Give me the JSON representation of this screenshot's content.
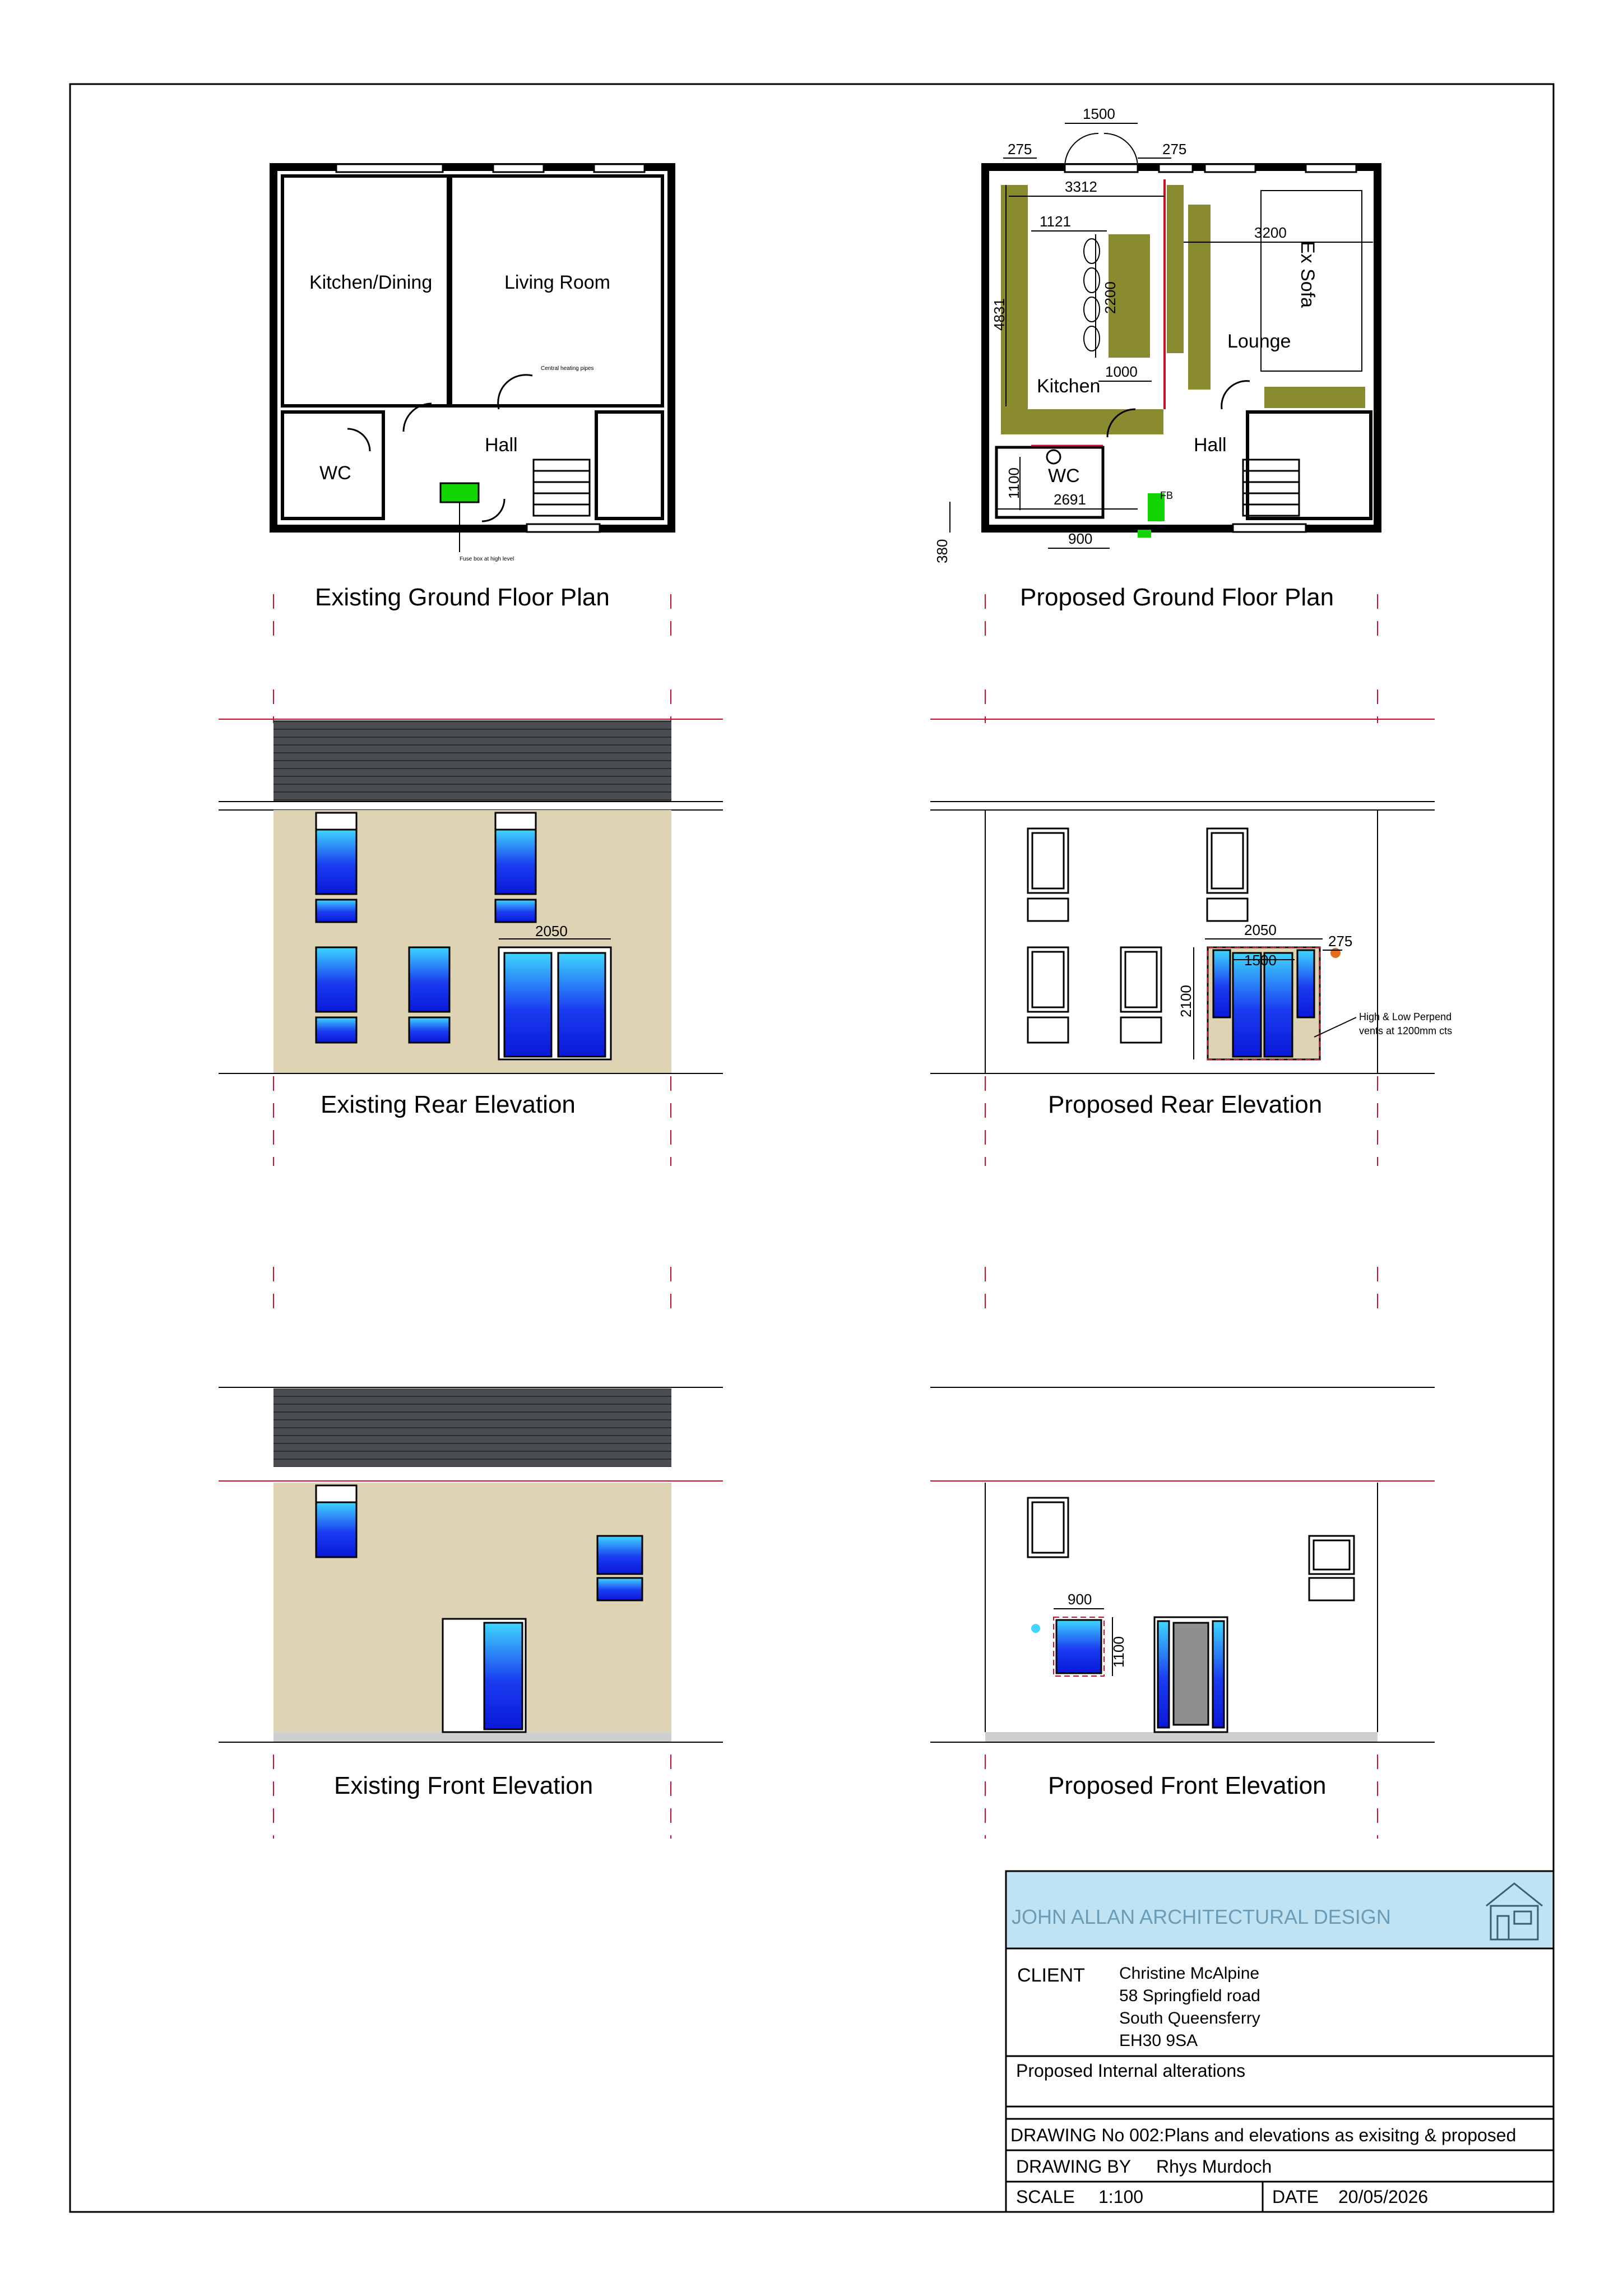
{
  "plans": {
    "existing": {
      "title": "Existing Ground Floor Plan",
      "rooms": {
        "kitchen_dining": "Kitchen/Dining",
        "living_room": "Living Room",
        "hall": "Hall",
        "wc": "WC"
      },
      "notes": {
        "heating": "Central heating pipes",
        "fuse": "Fuse box at high level"
      }
    },
    "proposed": {
      "title": "Proposed Ground Floor Plan",
      "rooms": {
        "kitchen": "Kitchen",
        "lounge": "Lounge",
        "hall": "Hall",
        "wc": "WC",
        "sofa": "Ex Sofa",
        "fb": "FB"
      },
      "dims": {
        "d1500": "1500",
        "d275a": "275",
        "d275b": "275",
        "d3312": "3312",
        "d1121": "1121",
        "d3200": "3200",
        "d4831": "4831",
        "d2200": "2200",
        "d1000": "1000",
        "d1100": "1100",
        "d2691": "2691",
        "d900": "900",
        "d380": "380"
      }
    }
  },
  "elevations": {
    "existing_rear": {
      "title": "Existing Rear Elevation",
      "dim": "2050"
    },
    "proposed_rear": {
      "title": "Proposed Rear Elevation",
      "dims": {
        "d2050": "2050",
        "d275": "275",
        "d1500": "1500",
        "d2100": "2100"
      },
      "note1": "High & Low Perpend",
      "note2": "vents at 1200mm cts"
    },
    "existing_front": {
      "title": "Existing Front Elevation"
    },
    "proposed_front": {
      "title": "Proposed Front Elevation",
      "dims": {
        "d900": "900",
        "d1100": "1100"
      }
    }
  },
  "title_block": {
    "company": "JOHN  ALLAN  ARCHITECTURAL  DESIGN",
    "client_label": "CLIENT",
    "client_lines": [
      "Christine McAlpine",
      "58 Springfield road",
      "South Queensferry",
      "EH30 9SA"
    ],
    "project": "Proposed Internal alterations",
    "drawing_no": "DRAWING No 002:Plans and elevations as exisitng & proposed",
    "drawing_by_label": "DRAWING BY",
    "drawing_by": "Rhys Murdoch",
    "scale_label": "SCALE",
    "scale": "1:100",
    "date_label": "DATE",
    "date": "20/05/2026"
  },
  "colors": {
    "render": "#ded3b3",
    "glass": "#1a3cf0",
    "glass_light": "#3fd6ff",
    "roof": "#4a4d52",
    "unit": "#8a8a2e",
    "titlebar": "#bfe3f2",
    "red": "#c8102e",
    "green": "#11d400"
  }
}
